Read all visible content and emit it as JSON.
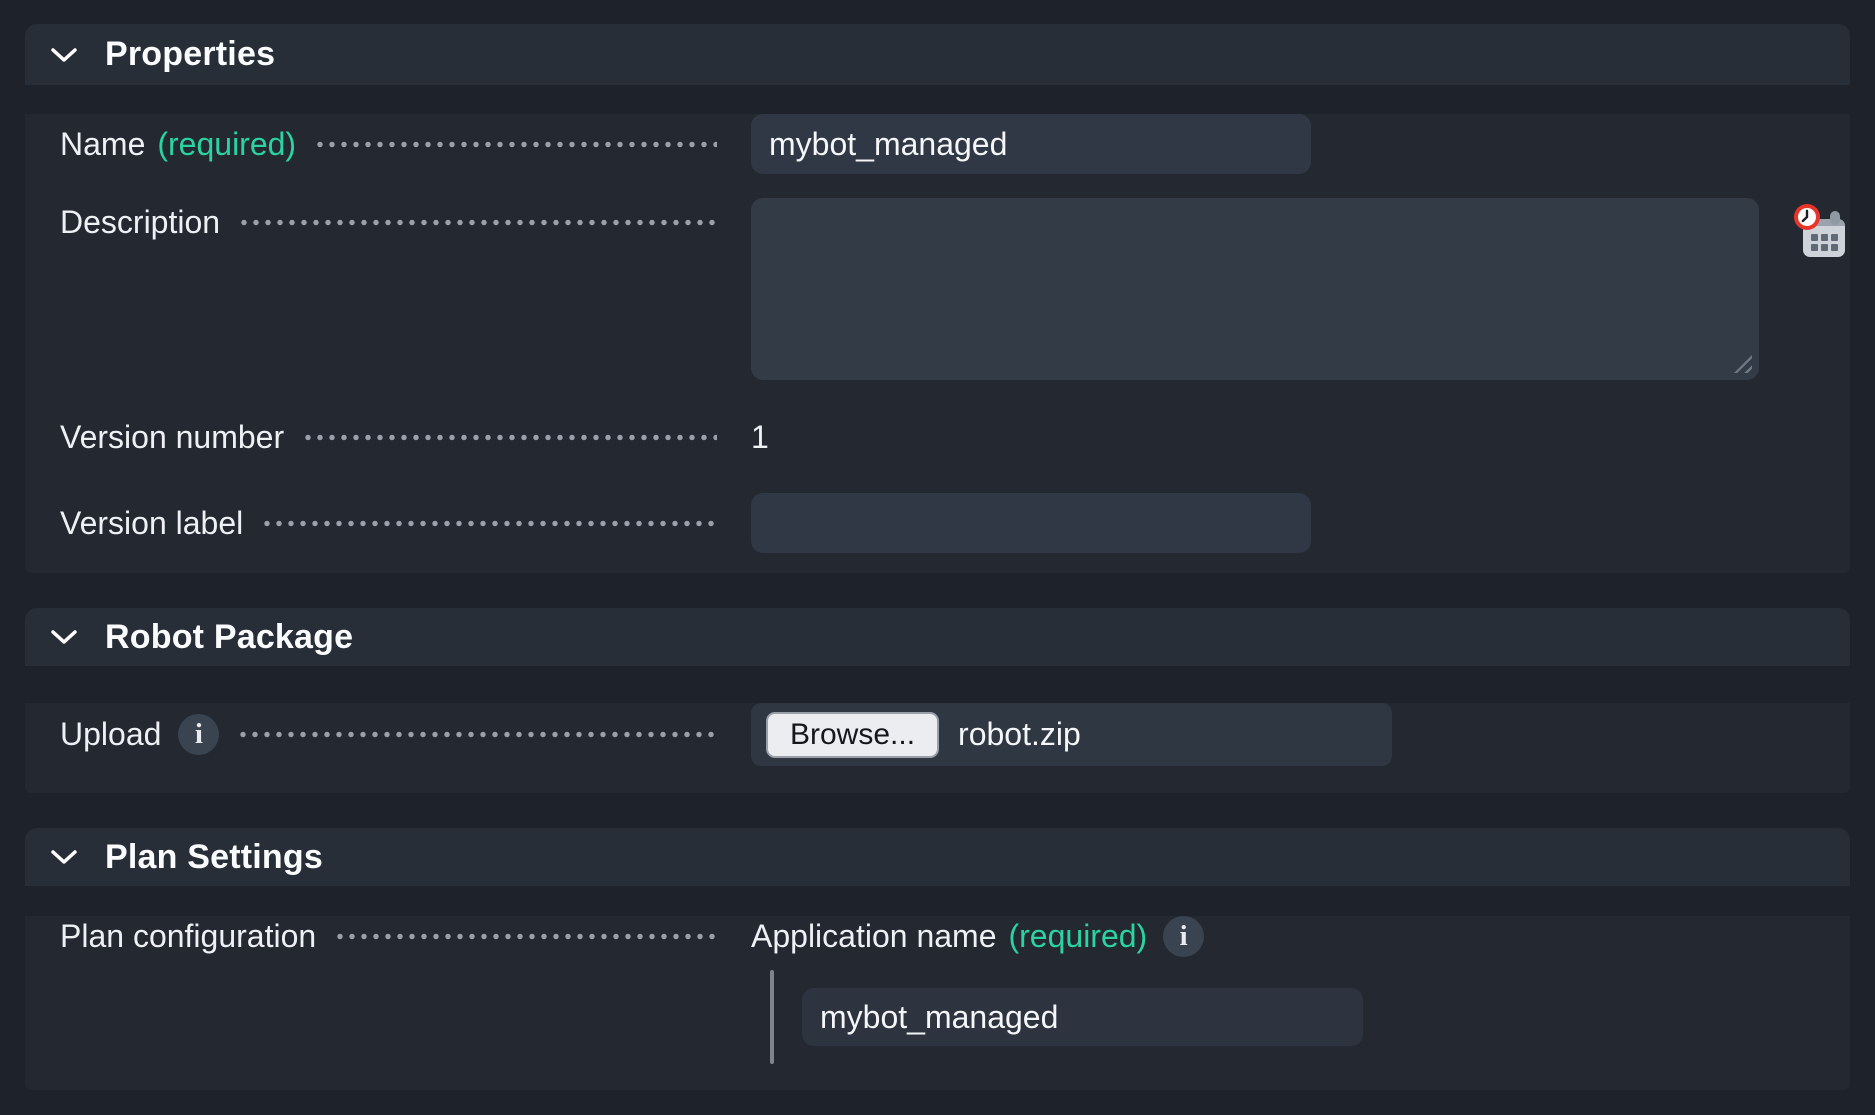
{
  "colors": {
    "page_background": "#1e222a",
    "section_header_background": "#282e38",
    "section_body_background": "#232831",
    "input_background": "#303845",
    "required_green": "#2bd3a0",
    "leader_dots": "#99a0aa",
    "browse_button_background": "#ebedf0",
    "clock_badge_red": "#e8352a"
  },
  "icons": {
    "collapse_chevron": "chevron-down",
    "info_glyph": "i",
    "scheduled_calendar": "calendar-with-clock"
  },
  "sections": {
    "properties": {
      "title": "Properties",
      "fields": {
        "name": {
          "label": "Name",
          "required_tag": "(required)",
          "value": "mybot_managed"
        },
        "description": {
          "label": "Description",
          "value": ""
        },
        "version_number": {
          "label": "Version number",
          "value": "1"
        },
        "version_label": {
          "label": "Version label",
          "value": ""
        }
      }
    },
    "robot_package": {
      "title": "Robot Package",
      "fields": {
        "upload": {
          "label": "Upload",
          "browse_label": "Browse...",
          "file_name": "robot.zip"
        }
      }
    },
    "plan_settings": {
      "title": "Plan Settings",
      "fields": {
        "plan_configuration": {
          "label": "Plan configuration"
        },
        "application_name": {
          "label": "Application name",
          "required_tag": "(required)",
          "value": "mybot_managed"
        }
      }
    }
  }
}
